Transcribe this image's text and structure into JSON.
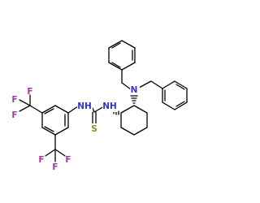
{
  "molecule": {
    "atom_labels": {
      "n_urea_left": "NH",
      "n_urea_right": "NH",
      "n_amine": "N",
      "s": "S",
      "f1": "F",
      "f2": "F",
      "f3": "F",
      "f4": "F",
      "f5": "F",
      "f6": "F"
    },
    "colors": {
      "bond": "#000000",
      "nitrogen": "#3333cc",
      "sulfur": "#8c8c2a",
      "fluorine": "#a23aa2",
      "background": "#ffffff"
    }
  }
}
